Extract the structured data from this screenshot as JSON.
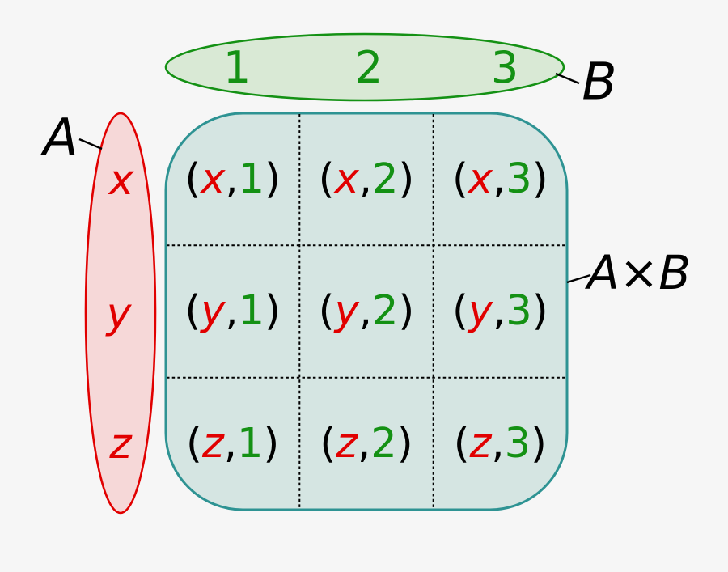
{
  "diagram": {
    "background": "#f6f6f6",
    "labels": {
      "set_a": "A",
      "set_b": "B",
      "product": "A×B"
    },
    "set_a": {
      "name": "A",
      "elements": [
        "x",
        "y",
        "z"
      ]
    },
    "set_b": {
      "name": "B",
      "elements": [
        "1",
        "2",
        "3"
      ]
    },
    "punctuation": {
      "open": "(",
      "comma": ",",
      "close": ")"
    },
    "pairs": [
      [
        {
          "letter": "x",
          "number": "1"
        },
        {
          "letter": "x",
          "number": "2"
        },
        {
          "letter": "x",
          "number": "3"
        }
      ],
      [
        {
          "letter": "y",
          "number": "1"
        },
        {
          "letter": "y",
          "number": "2"
        },
        {
          "letter": "y",
          "number": "3"
        }
      ],
      [
        {
          "letter": "z",
          "number": "1"
        },
        {
          "letter": "z",
          "number": "2"
        },
        {
          "letter": "z",
          "number": "3"
        }
      ]
    ],
    "colors": {
      "background": "#f6f6f6",
      "set_a_fill": "#f6d8d8",
      "set_a_stroke": "#e10000",
      "set_a_text": "#e10000",
      "set_b_fill": "#d9e9d5",
      "set_b_stroke": "#149114",
      "set_b_text": "#149114",
      "product_fill": "#d5e5e2",
      "product_stroke": "#2e9393",
      "grid_line": "#000000",
      "label_text": "#000000"
    }
  }
}
